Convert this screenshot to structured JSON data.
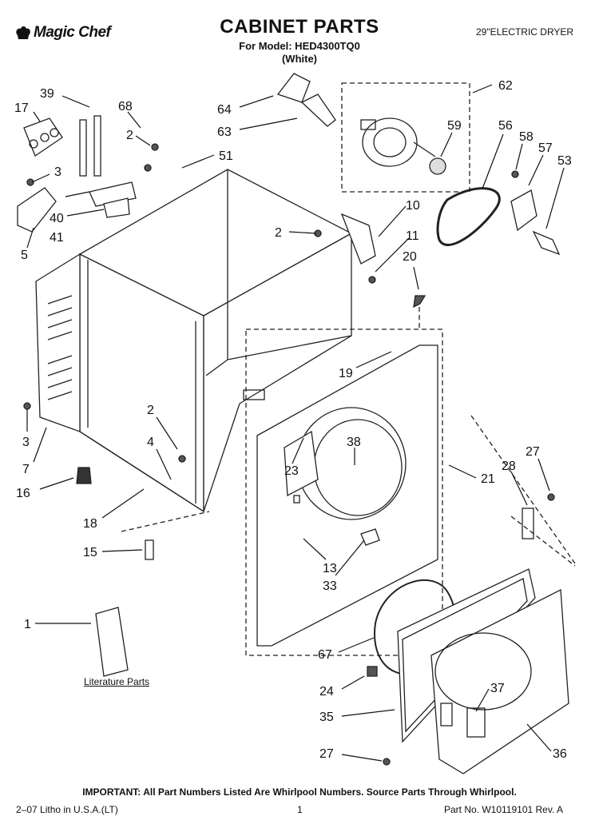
{
  "brand": "Magic Chef",
  "title": "CABINET PARTS",
  "model_line": "For Model: HED4300TQ0",
  "color_line": "(White)",
  "product_type": "29\"ELECTRIC DRYER",
  "literature_label": "Literature Parts",
  "footer": {
    "important": "IMPORTANT: All Part Numbers Listed Are Whirlpool Numbers. Source Parts Through Whirlpool.",
    "litho": "2–07 Litho in U.S.A.(LT)",
    "page": "1",
    "part_number": "Part No. W10119101 Rev. A"
  },
  "callouts": [
    {
      "id": "c39",
      "text": "39"
    },
    {
      "id": "c17",
      "text": "17"
    },
    {
      "id": "c68",
      "text": "68"
    },
    {
      "id": "c2a",
      "text": "2"
    },
    {
      "id": "c3a",
      "text": "3"
    },
    {
      "id": "c51",
      "text": "51"
    },
    {
      "id": "c40",
      "text": "40"
    },
    {
      "id": "c41",
      "text": "41"
    },
    {
      "id": "c5",
      "text": "5"
    },
    {
      "id": "c64",
      "text": "64"
    },
    {
      "id": "c63",
      "text": "63"
    },
    {
      "id": "c62",
      "text": "62"
    },
    {
      "id": "c59",
      "text": "59"
    },
    {
      "id": "c56",
      "text": "56"
    },
    {
      "id": "c58",
      "text": "58"
    },
    {
      "id": "c57",
      "text": "57"
    },
    {
      "id": "c53",
      "text": "53"
    },
    {
      "id": "c10",
      "text": "10"
    },
    {
      "id": "c2b",
      "text": "2"
    },
    {
      "id": "c11",
      "text": "11"
    },
    {
      "id": "c20",
      "text": "20"
    },
    {
      "id": "c19",
      "text": "19"
    },
    {
      "id": "c3b",
      "text": "3"
    },
    {
      "id": "c7",
      "text": "7"
    },
    {
      "id": "c2c",
      "text": "2"
    },
    {
      "id": "c4",
      "text": "4"
    },
    {
      "id": "c16",
      "text": "16"
    },
    {
      "id": "c18",
      "text": "18"
    },
    {
      "id": "c38",
      "text": "38"
    },
    {
      "id": "c23",
      "text": "23"
    },
    {
      "id": "c21",
      "text": "21"
    },
    {
      "id": "c27a",
      "text": "27"
    },
    {
      "id": "c28",
      "text": "28"
    },
    {
      "id": "c15",
      "text": "15"
    },
    {
      "id": "c13",
      "text": "13"
    },
    {
      "id": "c33",
      "text": "33"
    },
    {
      "id": "c1",
      "text": "1"
    },
    {
      "id": "c67",
      "text": "67"
    },
    {
      "id": "c24",
      "text": "24"
    },
    {
      "id": "c37",
      "text": "37"
    },
    {
      "id": "c35",
      "text": "35"
    },
    {
      "id": "c27b",
      "text": "27"
    },
    {
      "id": "c36",
      "text": "36"
    }
  ]
}
